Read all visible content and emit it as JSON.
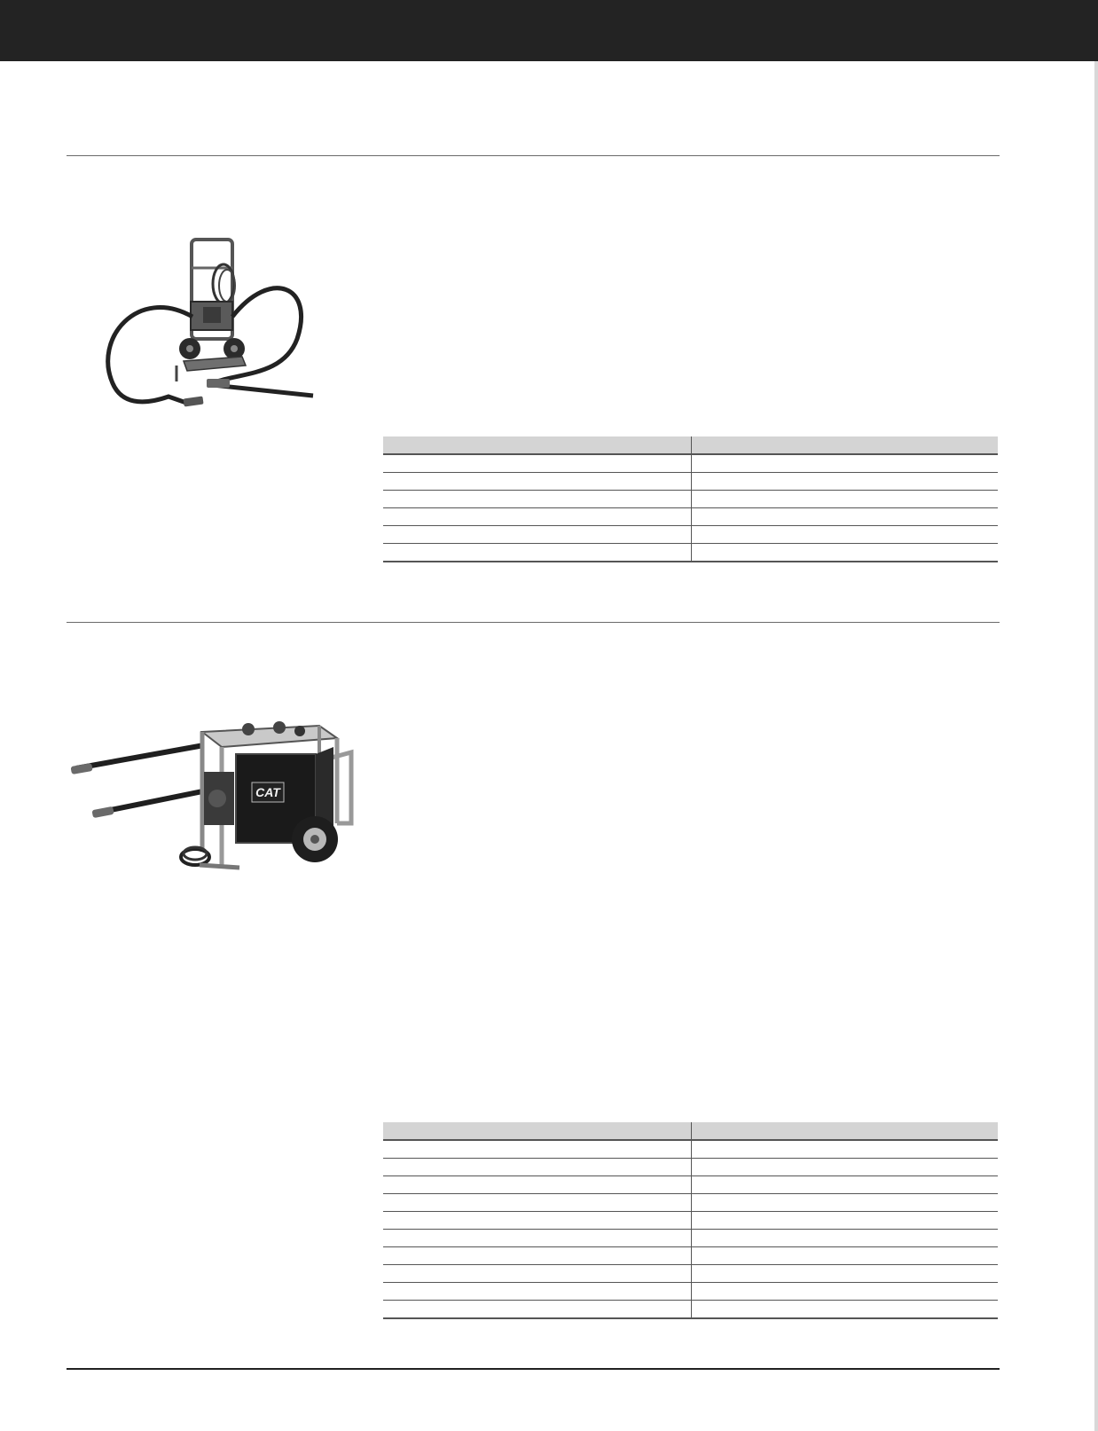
{
  "page": {
    "header_color": "#232323",
    "rule_color": "#6a6a6a",
    "table_header_bg": "#d4d4d4"
  },
  "sections": [
    {
      "product_image": "vibrator-cart-with-hoses",
      "table": {
        "headers": [
          "",
          ""
        ],
        "rows": [
          [
            "",
            ""
          ],
          [
            "",
            ""
          ],
          [
            "",
            ""
          ],
          [
            "",
            ""
          ],
          [
            "",
            ""
          ],
          [
            "",
            ""
          ]
        ]
      }
    },
    {
      "product_image": "cat-hydraulic-power-unit-with-handles",
      "product_badge": "CAT",
      "table": {
        "headers": [
          "",
          ""
        ],
        "rows": [
          [
            "",
            ""
          ],
          [
            "",
            ""
          ],
          [
            "",
            ""
          ],
          [
            "",
            ""
          ],
          [
            "",
            ""
          ],
          [
            "",
            ""
          ],
          [
            "",
            ""
          ],
          [
            "",
            ""
          ],
          [
            "",
            ""
          ],
          [
            "",
            ""
          ]
        ]
      }
    }
  ]
}
